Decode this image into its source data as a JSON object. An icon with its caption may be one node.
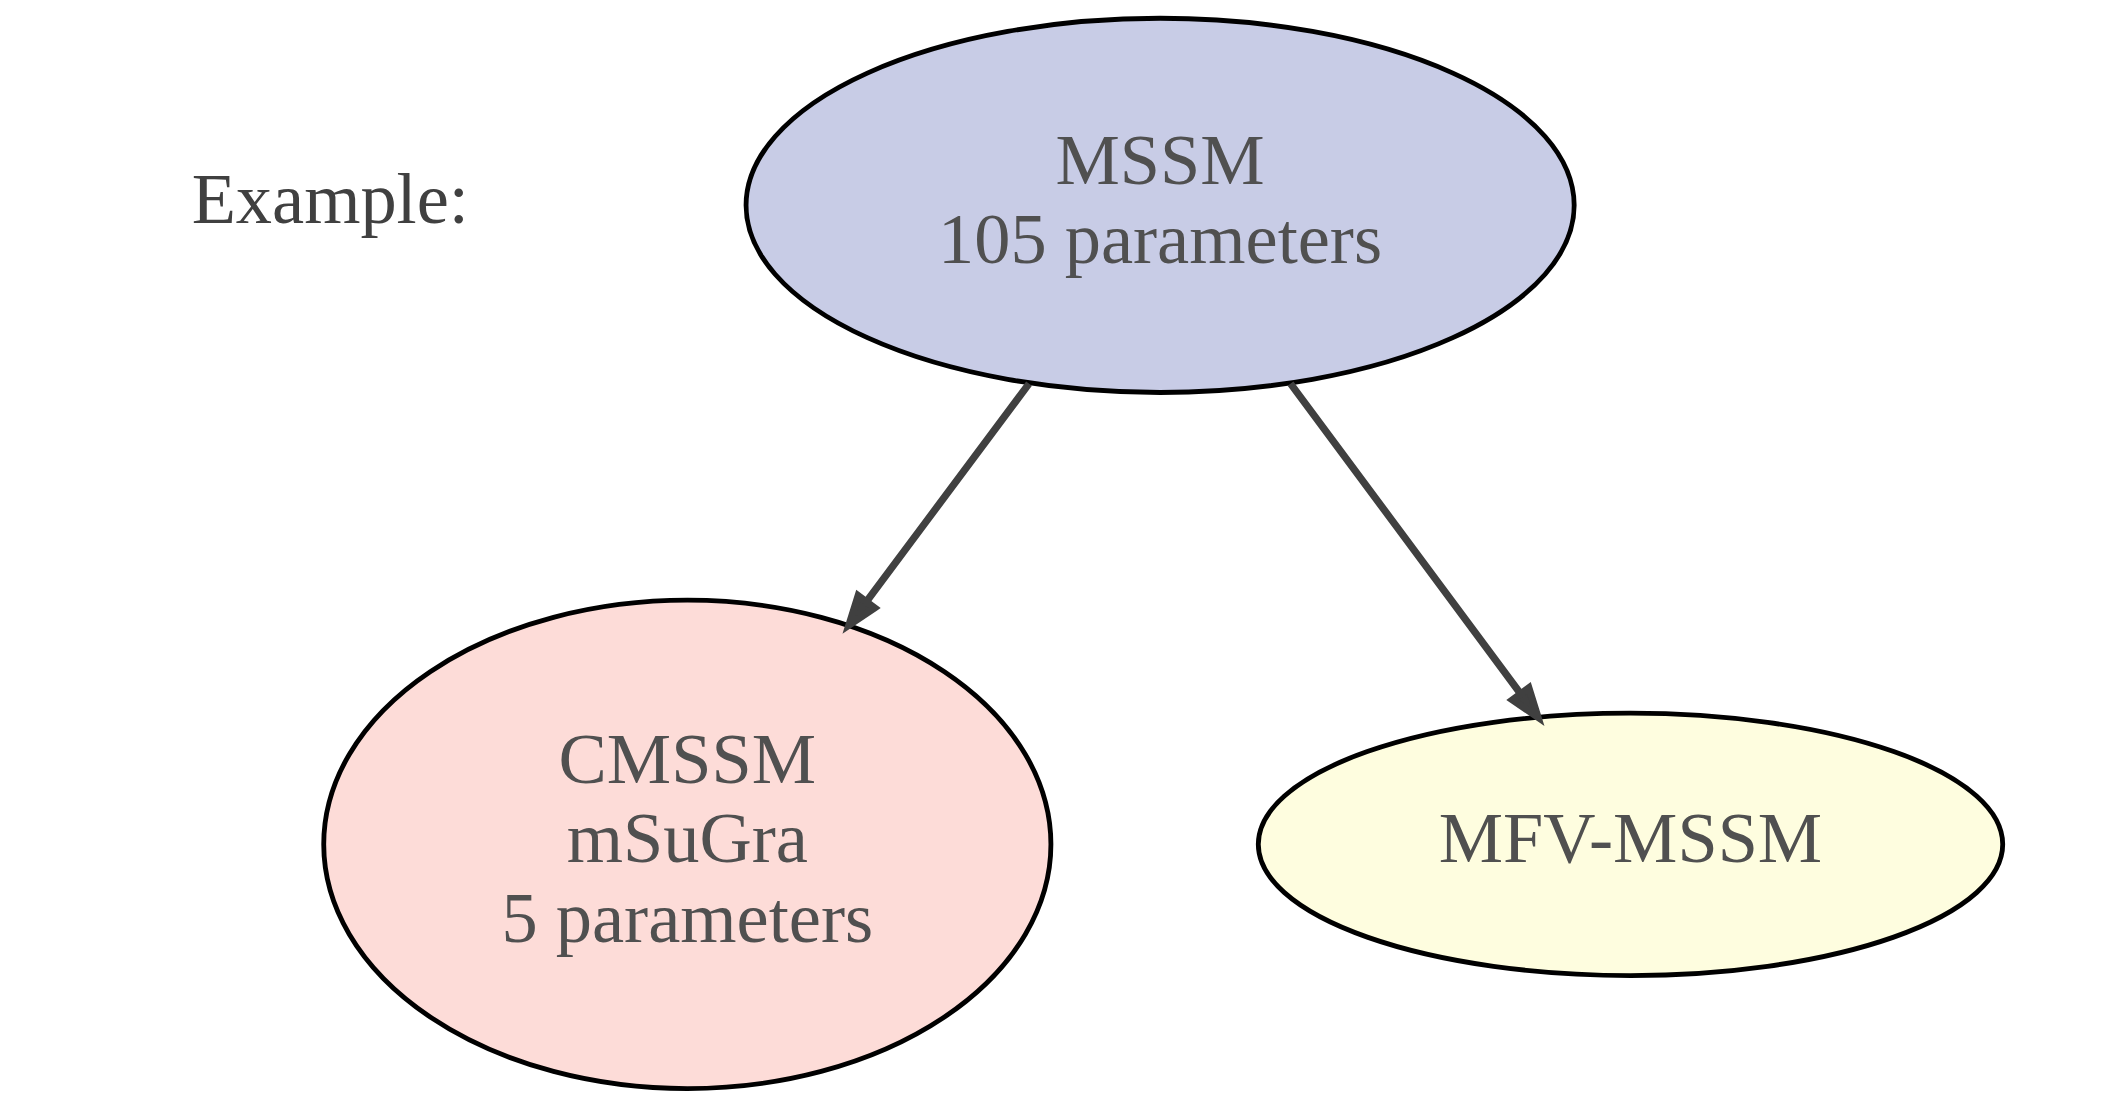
{
  "diagram": {
    "nodes": [
      {
        "text": [
          "MSSM",
          "105 parameters"
        ]
      },
      {
        "text": [
          "CMSSM",
          "mSuGra",
          "5 parameters"
        ]
      },
      {
        "text": [
          "MFV-MSSM"
        ]
      }
    ],
    "edges": [
      {
        "from": 0,
        "to": 1,
        "arrow": "to"
      },
      {
        "from": 0,
        "to": 2,
        "arrow": "to"
      }
    ],
    "labels": [
      "Example:"
    ]
  }
}
